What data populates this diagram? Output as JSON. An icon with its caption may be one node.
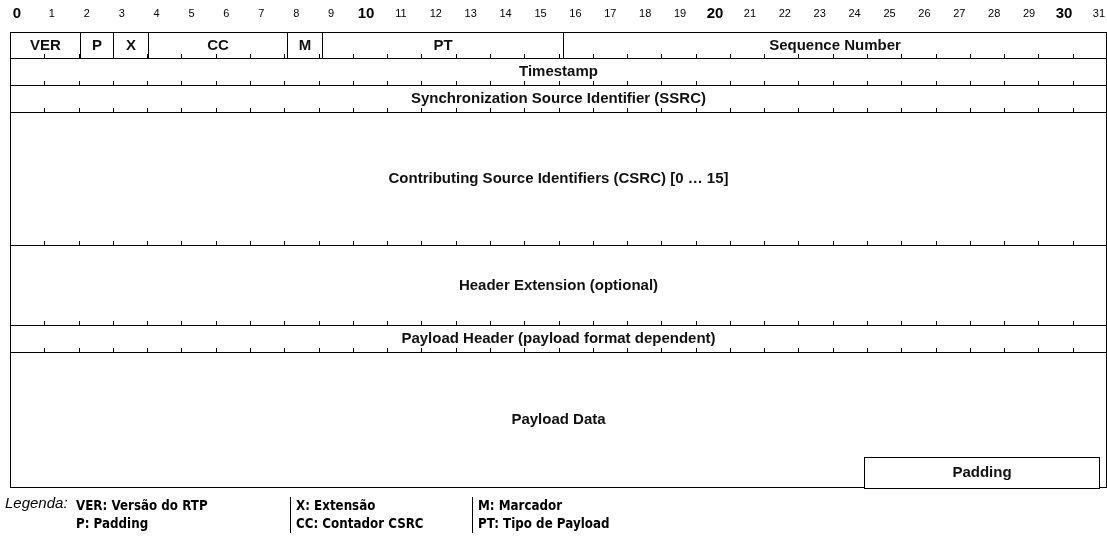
{
  "diagram": {
    "nodes": [
      {
        "text": [
          "VER"
        ]
      },
      {
        "text": [
          "P"
        ]
      },
      {
        "text": [
          "X"
        ]
      },
      {
        "text": [
          "CC"
        ]
      },
      {
        "text": [
          "M"
        ]
      },
      {
        "text": [
          "PT"
        ]
      },
      {
        "text": [
          "Sequence Number"
        ]
      },
      {
        "text": [
          "Timestamp"
        ]
      },
      {
        "text": [
          "Synchronization Source Identifier (SSRC)"
        ]
      },
      {
        "text": [
          "Contributing Source Identifiers (CSRC) [0 … 15]"
        ]
      },
      {
        "text": [
          "Header Extension (optional)"
        ]
      },
      {
        "text": [
          "Payload Header (payload format dependent)"
        ]
      },
      {
        "text": [
          "Payload Data"
        ]
      },
      {
        "text": [
          "Padding"
        ],
        "in": 12
      }
    ],
    "edges": [],
    "labels": [
      "0",
      "1",
      "2",
      "3",
      "4",
      "5",
      "6",
      "7",
      "8",
      "9",
      "10",
      "11",
      "12",
      "13",
      "14",
      "15",
      "16",
      "17",
      "18",
      "19",
      "20",
      "21",
      "22",
      "23",
      "24",
      "25",
      "26",
      "27",
      "28",
      "29",
      "30",
      "31",
      "Legenda:"
    ],
    "legend": [
      {
        "text": "VER: Versão do RTP"
      },
      {
        "text": "X: Extensão"
      },
      {
        "text": "M: Marcador"
      },
      {
        "text": "P: Padding"
      },
      {
        "text": "CC: Contador CSRC"
      },
      {
        "text": "PT: Tipo de Payload"
      }
    ]
  }
}
